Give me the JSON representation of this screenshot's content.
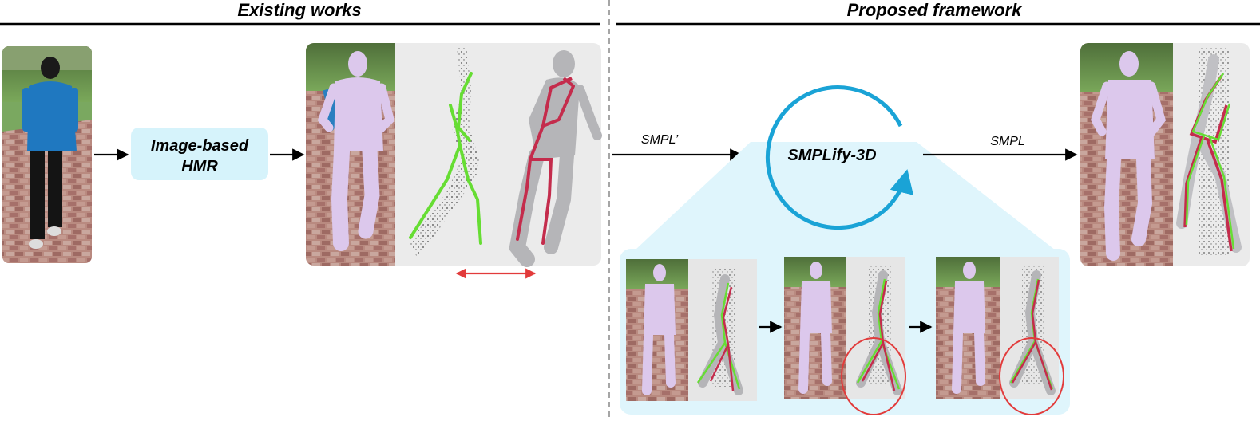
{
  "sections": {
    "left_title": "Existing works",
    "right_title": "Proposed framework"
  },
  "existing": {
    "process_box": {
      "line1": "Image-based",
      "line2": "HMR"
    }
  },
  "proposed": {
    "input_label": "SMPL’",
    "loop_label": "SMPLify-3D",
    "output_label": "SMPL"
  },
  "colors": {
    "box_fill": "#d6f3fb",
    "loop_stroke": "#1aa3d6",
    "panel_fill": "#dff5fc",
    "mesh": "#dcc8ec",
    "ground_truth_skeleton": "#66dd33",
    "predicted_skeleton": "#c42c4c",
    "error_marker": "#e23b3b",
    "divider": "#888888"
  },
  "icons": [
    "person-photo",
    "mesh-overlay",
    "point-cloud",
    "skeleton",
    "loop-arrow"
  ]
}
